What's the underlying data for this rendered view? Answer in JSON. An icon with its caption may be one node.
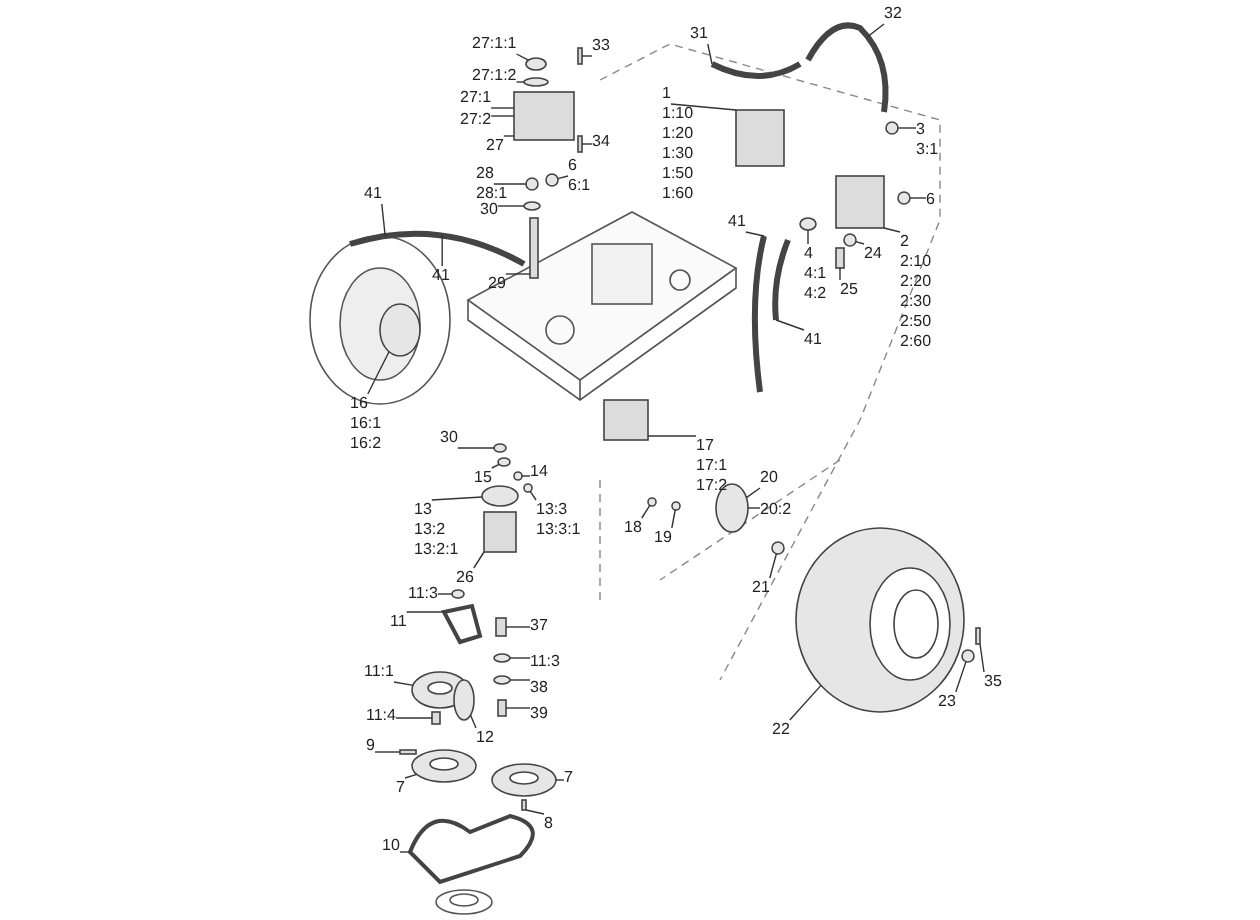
{
  "diagram": {
    "nodes": [
      {
        "text": [
          "27:1:1"
        ]
      },
      {
        "text": [
          "27:1:2"
        ]
      },
      {
        "text": [
          "27:1"
        ]
      },
      {
        "text": [
          "27:2"
        ]
      },
      {
        "text": [
          "27"
        ]
      },
      {
        "text": [
          "33"
        ]
      },
      {
        "text": [
          "34"
        ]
      },
      {
        "text": [
          "6",
          "6:1"
        ]
      },
      {
        "text": [
          "28",
          "28:1"
        ]
      },
      {
        "text": [
          "30"
        ]
      },
      {
        "text": [
          "29"
        ]
      },
      {
        "text": [
          "41"
        ]
      },
      {
        "text": [
          "31"
        ]
      },
      {
        "text": [
          "32"
        ]
      },
      {
        "text": [
          "1",
          "1:10",
          "1:20",
          "1:30",
          "1:50",
          "1:60"
        ]
      },
      {
        "text": [
          "3",
          "3:1"
        ]
      },
      {
        "text": [
          "6"
        ]
      },
      {
        "text": [
          "2",
          "2:10",
          "2:20",
          "2:30",
          "2:50",
          "2:60"
        ]
      },
      {
        "text": [
          "24"
        ]
      },
      {
        "text": [
          "25"
        ]
      },
      {
        "text": [
          "4",
          "4:1",
          "4:2"
        ]
      },
      {
        "text": [
          "41"
        ]
      },
      {
        "text": [
          "41"
        ]
      },
      {
        "text": [
          "16",
          "16:1",
          "16:2"
        ]
      },
      {
        "text": [
          "30"
        ]
      },
      {
        "text": [
          "15"
        ]
      },
      {
        "text": [
          "14"
        ]
      },
      {
        "text": [
          "13",
          "13:2",
          "13:2:1"
        ]
      },
      {
        "text": [
          "13:3",
          "13:3:1"
        ]
      },
      {
        "text": [
          "26"
        ]
      },
      {
        "text": [
          "17",
          "17:1",
          "17:2"
        ]
      },
      {
        "text": [
          "18"
        ]
      },
      {
        "text": [
          "19"
        ]
      },
      {
        "text": [
          "20"
        ]
      },
      {
        "text": [
          "20:2"
        ]
      },
      {
        "text": [
          "21"
        ]
      },
      {
        "text": [
          "11:3"
        ]
      },
      {
        "text": [
          "11"
        ]
      },
      {
        "text": [
          "37"
        ]
      },
      {
        "text": [
          "11:3"
        ]
      },
      {
        "text": [
          "11:1"
        ]
      },
      {
        "text": [
          "38"
        ]
      },
      {
        "text": [
          "11:4"
        ]
      },
      {
        "text": [
          "12"
        ]
      },
      {
        "text": [
          "39"
        ]
      },
      {
        "text": [
          "9"
        ]
      },
      {
        "text": [
          "7"
        ]
      },
      {
        "text": [
          "7"
        ]
      },
      {
        "text": [
          "8"
        ]
      },
      {
        "text": [
          "10"
        ]
      },
      {
        "text": [
          "22"
        ]
      },
      {
        "text": [
          "23"
        ]
      },
      {
        "text": [
          "35"
        ]
      },
      {
        "text": [
          "41"
        ]
      },
      {
        "text": [],
        "shape": "circle"
      },
      {
        "text": [],
        "shape": "circle"
      },
      {
        "text": [],
        "shape": "box"
      },
      {
        "text": [],
        "shape": "box"
      },
      {
        "text": [],
        "shape": "box"
      },
      {
        "text": [],
        "shape": "circle"
      },
      {
        "text": [],
        "shape": "circle"
      },
      {
        "text": [],
        "shape": "circle"
      },
      {
        "text": [],
        "shape": "box"
      },
      {
        "text": [],
        "shape": "picture"
      },
      {
        "text": [],
        "shape": "picture"
      },
      {
        "text": [],
        "shape": "picture"
      },
      {
        "text": [],
        "shape": "box"
      },
      {
        "text": [],
        "shape": "circle"
      },
      {
        "text": [],
        "shape": "circle"
      },
      {
        "text": [],
        "shape": "box"
      },
      {
        "text": [],
        "shape": "circle"
      },
      {
        "text": [],
        "shape": "box"
      },
      {
        "text": [],
        "shape": "circle"
      },
      {
        "text": [],
        "shape": "picture"
      },
      {
        "text": [],
        "shape": "picture"
      },
      {
        "text": [],
        "shape": "circle"
      },
      {
        "text": [],
        "shape": "circle"
      },
      {
        "text": [],
        "shape": "circle"
      },
      {
        "text": [],
        "shape": "circle"
      },
      {
        "text": [],
        "shape": "circle"
      },
      {
        "text": [],
        "shape": "circle"
      },
      {
        "text": [],
        "shape": "box"
      },
      {
        "text": [],
        "shape": "box"
      },
      {
        "text": [],
        "shape": "circle"
      },
      {
        "text": [],
        "shape": "circle"
      },
      {
        "text": [],
        "shape": "circle"
      },
      {
        "text": [],
        "shape": "circle"
      },
      {
        "text": [],
        "shape": "circle"
      },
      {
        "text": [],
        "shape": "picture"
      },
      {
        "text": [],
        "shape": "box"
      },
      {
        "text": [],
        "shape": "circle"
      },
      {
        "text": [],
        "shape": "circle"
      },
      {
        "text": [],
        "shape": "circle"
      },
      {
        "text": [],
        "shape": "box"
      },
      {
        "text": [],
        "shape": "circle"
      },
      {
        "text": [],
        "shape": "box"
      },
      {
        "text": [],
        "shape": "box"
      },
      {
        "text": [],
        "shape": "circle"
      },
      {
        "text": [],
        "shape": "circle"
      },
      {
        "text": [],
        "shape": "box"
      },
      {
        "text": [],
        "shape": "picture"
      },
      {
        "text": [],
        "shape": "circle"
      },
      {
        "text": [],
        "shape": "circle"
      },
      {
        "text": [],
        "shape": "box"
      }
    ],
    "edges": [
      {
        "from": 0,
        "to": 54,
        "arrow": "none"
      },
      {
        "from": 1,
        "to": 55,
        "arrow": "none"
      },
      {
        "from": 2,
        "to": 56,
        "arrow": "none"
      },
      {
        "from": 3,
        "to": 56,
        "arrow": "none"
      },
      {
        "from": 4,
        "to": 56,
        "arrow": "none"
      },
      {
        "from": 5,
        "to": 57,
        "arrow": "none"
      },
      {
        "from": 6,
        "to": 58,
        "arrow": "none"
      },
      {
        "from": 7,
        "to": 59,
        "arrow": "none"
      },
      {
        "from": 8,
        "to": 60,
        "arrow": "none"
      },
      {
        "from": 9,
        "to": 61,
        "arrow": "none"
      },
      {
        "from": 10,
        "to": 62,
        "arrow": "none"
      },
      {
        "from": 11,
        "to": 63,
        "arrow": "none"
      },
      {
        "from": 12,
        "to": 64,
        "arrow": "none"
      },
      {
        "from": 13,
        "to": 65,
        "arrow": "none"
      },
      {
        "from": 14,
        "to": 66,
        "arrow": "none"
      },
      {
        "from": 15,
        "to": 67,
        "arrow": "none"
      },
      {
        "from": 16,
        "to": 68,
        "arrow": "none"
      },
      {
        "from": 17,
        "to": 69,
        "arrow": "none"
      },
      {
        "from": 18,
        "to": 70,
        "arrow": "none"
      },
      {
        "from": 19,
        "to": 71,
        "arrow": "none"
      },
      {
        "from": 20,
        "to": 72,
        "arrow": "none"
      },
      {
        "from": 21,
        "to": 73,
        "arrow": "none"
      },
      {
        "from": 22,
        "to": 74,
        "arrow": "none"
      },
      {
        "from": 23,
        "to": 75,
        "arrow": "none"
      },
      {
        "from": 24,
        "to": 76,
        "arrow": "none"
      },
      {
        "from": 25,
        "to": 77,
        "arrow": "none"
      },
      {
        "from": 26,
        "to": 78,
        "arrow": "none"
      },
      {
        "from": 27,
        "to": 79,
        "arrow": "none"
      },
      {
        "from": 28,
        "to": 80,
        "arrow": "none"
      },
      {
        "from": 29,
        "to": 81,
        "arrow": "none"
      },
      {
        "from": 30,
        "to": 82,
        "arrow": "none"
      },
      {
        "from": 31,
        "to": 83,
        "arrow": "none"
      },
      {
        "from": 32,
        "to": 84,
        "arrow": "none"
      },
      {
        "from": 33,
        "to": 85,
        "arrow": "none"
      },
      {
        "from": 34,
        "to": 85,
        "arrow": "none"
      },
      {
        "from": 35,
        "to": 86,
        "arrow": "none"
      },
      {
        "from": 36,
        "to": 87,
        "arrow": "none"
      },
      {
        "from": 37,
        "to": 88,
        "arrow": "none"
      },
      {
        "from": 38,
        "to": 89,
        "arrow": "none"
      },
      {
        "from": 39,
        "to": 90,
        "arrow": "none"
      },
      {
        "from": 40,
        "to": 91,
        "arrow": "none"
      },
      {
        "from": 41,
        "to": 92,
        "arrow": "none"
      },
      {
        "from": 42,
        "to": 93,
        "arrow": "none"
      },
      {
        "from": 43,
        "to": 94,
        "arrow": "none"
      },
      {
        "from": 44,
        "to": 95,
        "arrow": "none"
      },
      {
        "from": 45,
        "to": 96,
        "arrow": "none"
      },
      {
        "from": 46,
        "to": 97,
        "arrow": "none"
      },
      {
        "from": 47,
        "to": 98,
        "arrow": "none"
      },
      {
        "from": 48,
        "to": 99,
        "arrow": "none"
      },
      {
        "from": 49,
        "to": 100,
        "arrow": "none"
      },
      {
        "from": 50,
        "to": 101,
        "arrow": "none"
      },
      {
        "from": 51,
        "to": 102,
        "arrow": "none"
      },
      {
        "from": 52,
        "to": 103,
        "arrow": "none"
      },
      {
        "from": 53,
        "to": 63,
        "arrow": "none"
      }
    ]
  }
}
